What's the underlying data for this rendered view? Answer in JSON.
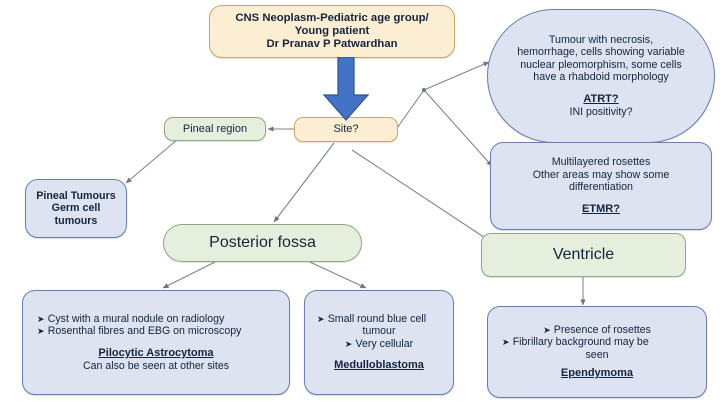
{
  "diagram": {
    "title_node": {
      "lines": [
        "CNS Neoplasm-Pediatric age group/",
        "Young patient",
        "Dr Pranav P Patwardhan"
      ]
    },
    "decision": {
      "label": "Site?"
    },
    "sites": {
      "pineal": "Pineal region",
      "posterior_fossa": "Posterior fossa",
      "ventricle": "Ventricle"
    },
    "outcomes": {
      "pineal_tumours": {
        "lines": [
          "Pineal Tumours",
          "Germ cell",
          "tumours"
        ]
      },
      "atrt": {
        "description_lines": [
          "Tumour with necrosis,",
          "hemorrhage, cells showing variable",
          "nuclear pleomorphism, some cells",
          "have a rhabdoid morphology"
        ],
        "diagnosis": "ATRT?",
        "note": "INI positivity?"
      },
      "etmr": {
        "description_lines": [
          "Multilayered rosettes",
          "Other areas may show some",
          "differentiation"
        ],
        "diagnosis": "ETMR?"
      },
      "pilocytic": {
        "bullets": [
          "Cyst with a mural nodule on radiology",
          "Rosenthal fibres and EBG on microscopy"
        ],
        "diagnosis": "Pilocytic Astrocytoma",
        "note": "Can also be seen at other sites"
      },
      "medulloblastoma": {
        "bullets": [
          "Small round blue cell",
          "Very cellular"
        ],
        "bullet_continuations": [
          "tumour",
          ""
        ],
        "diagnosis": "Medulloblastoma"
      },
      "ependymoma": {
        "bullets": [
          "Presence of rosettes",
          "Fibrillary background may be"
        ],
        "bullet_continuations": [
          "",
          "seen"
        ],
        "diagnosis": "Ependymoma"
      }
    },
    "bullet_glyph": "➤",
    "watermark": "",
    "colors": {
      "yellow_fill": "#fceed2",
      "yellow_border": "#c9a86a",
      "green_fill": "#e6efdd",
      "green_border": "#93a684",
      "blue_fill": "#dde3f1",
      "blue_border": "#6a7fae",
      "arrow_blue": "#4472c4",
      "connector": "#7a8492",
      "text": "#15243c"
    }
  }
}
